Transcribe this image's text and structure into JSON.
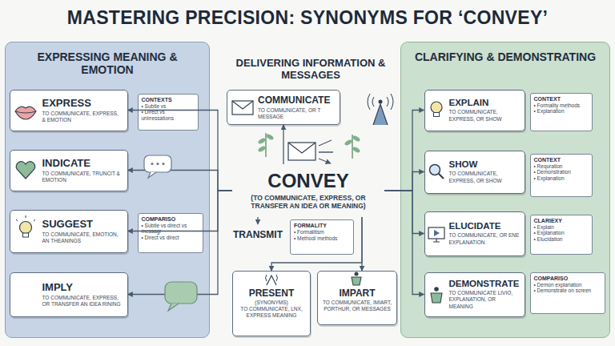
{
  "diagram": {
    "title": "MASTERING PRECISION: SYNONYMS FOR ‘CONVEY’",
    "nodes": [
      {
        "text": [
          "EXPRESSING MEANING & EMOTION"
        ]
      },
      {
        "text": [
          "EXPRESS",
          "TO COMMUNICATE, EXPRESS, & EMOTION"
        ],
        "in": 0
      },
      {
        "text": [
          "CONTEXTS",
          "• Subtle vs",
          "• Direct vs unirressations"
        ],
        "in": 0
      },
      {
        "text": [
          "INDICATE",
          "TO COMMUNICATE, TRUNCIT & EMOTION"
        ],
        "in": 0
      },
      {
        "text": [
          "SUGGEST",
          "TO COMMUNICATE, EMOTION, AN THEANINGS"
        ],
        "in": 0
      },
      {
        "text": [
          "COMPARISO",
          "• Subtle vs direct vs messagr",
          "• Direct vs direct"
        ],
        "in": 0
      },
      {
        "text": [
          "IMPLY",
          "TO COMMUNICATE, EXPRESS, OR TRANSFER AN IDEA RINING"
        ],
        "in": 0
      },
      {
        "text": [
          "COMMUNICATE",
          "TO COMMUNICATE, OR T MESSAGE"
        ]
      },
      {
        "text": [
          "CONVEY",
          "(TO COMMUNICATE, EXPRESS, OR TRANSFER AN IDEA OR MEANING)"
        ]
      },
      {
        "text": [
          "TRANSMIT"
        ]
      },
      {
        "text": [
          "FORMALITY",
          "• Formalitism",
          "• Method/ methods"
        ]
      },
      {
        "text": [
          "PRESENT",
          "(SYNONYMS)",
          "TO COMMUNICATE, LNX, EXPRESS MEANING"
        ]
      },
      {
        "text": [
          "IMPART",
          "TO COMMUNICATE, IMIART, PORTHUR, OR MESSAGES"
        ]
      },
      {
        "text": [
          "CLARIFYING & DEMONSTRATING"
        ]
      },
      {
        "text": [
          "EXPLAIN",
          "TO COMMUNICATE, EXPRESS, OR SHOW"
        ],
        "in": 13
      },
      {
        "text": [
          "CONTEXT",
          "• Formality methods",
          "• Explanation"
        ],
        "in": 13
      },
      {
        "text": [
          "SHOW",
          "TO COMMUNICATE, EXPRESS, OR SHOW"
        ],
        "in": 13
      },
      {
        "text": [
          "CONTEXT",
          "• Requration",
          "• Demonstration",
          "• Explanation"
        ],
        "in": 13
      },
      {
        "text": [
          "ELUCIDATE",
          "TO COMMUNICATE, OR ENE EXPLANATION"
        ],
        "in": 13
      },
      {
        "text": [
          "CLARIEXY",
          "• Explain",
          "• Explanation",
          "• Elucidation"
        ],
        "in": 13
      },
      {
        "text": [
          "DEMONSTRATE",
          "TO COMMUNICATE LIVIO, EXPLANATION, OR MEANING"
        ],
        "in": 13
      },
      {
        "text": [
          "COMPARISO",
          "• Demon explanation",
          "• Demonstrate on screen"
        ],
        "in": 13
      }
    ],
    "edges": [
      {
        "from": 8,
        "to": 1,
        "arrow": "to"
      },
      {
        "from": 8,
        "to": 3,
        "arrow": "to"
      },
      {
        "from": 8,
        "to": 4,
        "arrow": "to"
      },
      {
        "from": 8,
        "to": 6,
        "arrow": "to"
      },
      {
        "from": 8,
        "to": 7,
        "arrow": "to"
      },
      {
        "from": 8,
        "to": 9,
        "arrow": "to"
      },
      {
        "from": 8,
        "to": 11,
        "arrow": "to"
      },
      {
        "from": 8,
        "to": 12,
        "arrow": "to"
      },
      {
        "from": 8,
        "to": 14,
        "arrow": "to"
      },
      {
        "from": 8,
        "to": 16,
        "arrow": "to"
      },
      {
        "from": 8,
        "to": 18,
        "arrow": "to"
      },
      {
        "from": 8,
        "to": 20,
        "arrow": "to"
      }
    ],
    "labels": [
      "DELIVERING INFORMATION & MESSAGES"
    ]
  }
}
